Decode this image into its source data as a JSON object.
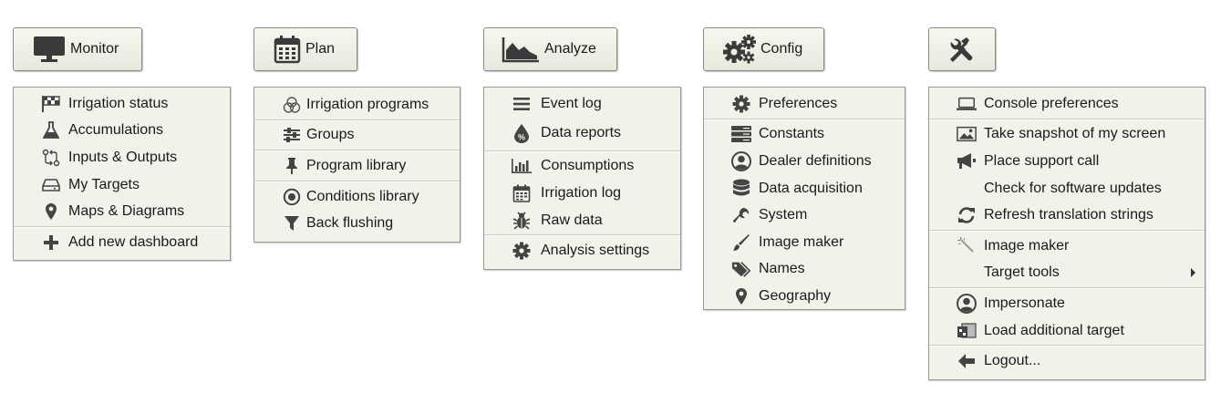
{
  "buttons": {
    "monitor": "Monitor",
    "plan": "Plan",
    "analyze": "Analyze",
    "config": "Config"
  },
  "monitor_menu": [
    {
      "label": "Irrigation status",
      "icon": "flag-icon"
    },
    {
      "label": "Accumulations",
      "icon": "flask-icon"
    },
    {
      "label": "Inputs & Outputs",
      "icon": "io-arrows-icon"
    },
    {
      "label": "My Targets",
      "icon": "drive-icon"
    },
    {
      "label": "Maps & Diagrams",
      "icon": "map-pin-icon"
    },
    {
      "label": "Add new dashboard",
      "icon": "plus-icon"
    }
  ],
  "plan_menu": [
    {
      "label": "Irrigation programs",
      "icon": "circles-icon"
    },
    {
      "label": "Groups",
      "icon": "sliders-icon"
    },
    {
      "label": "Program library",
      "icon": "pushpin-icon"
    },
    {
      "label": "Conditions library",
      "icon": "target-icon"
    },
    {
      "label": "Back flushing",
      "icon": "filter-icon"
    }
  ],
  "analyze_menu": [
    {
      "label": "Event log",
      "icon": "list-icon"
    },
    {
      "label": "Data reports",
      "icon": "percent-drop-icon"
    },
    {
      "label": "Consumptions",
      "icon": "bar-chart-icon"
    },
    {
      "label": "Irrigation log",
      "icon": "calendar-icon"
    },
    {
      "label": "Raw data",
      "icon": "bug-icon"
    },
    {
      "label": "Analysis settings",
      "icon": "gear-icon"
    }
  ],
  "config_menu": [
    {
      "label": "Preferences",
      "icon": "gear-icon"
    },
    {
      "label": "Constants",
      "icon": "server-icon"
    },
    {
      "label": "Dealer definitions",
      "icon": "user-circle-icon"
    },
    {
      "label": "Data acquisition",
      "icon": "database-icon"
    },
    {
      "label": "System",
      "icon": "wrench-icon"
    },
    {
      "label": "Image maker",
      "icon": "brush-icon"
    },
    {
      "label": "Names",
      "icon": "tags-icon"
    },
    {
      "label": "Geography",
      "icon": "map-pin-icon"
    }
  ],
  "tools_menu": [
    {
      "label": "Console preferences",
      "icon": "laptop-icon"
    },
    {
      "label": "Take snapshot of my screen",
      "icon": "picture-icon"
    },
    {
      "label": "Place support call",
      "icon": "megaphone-icon"
    },
    {
      "label": "Check for software updates",
      "icon": ""
    },
    {
      "label": "Refresh translation strings",
      "icon": "refresh-icon"
    },
    {
      "label": "Image maker",
      "icon": "magic-wand-icon"
    },
    {
      "label": "Target tools",
      "icon": ""
    },
    {
      "label": "Impersonate",
      "icon": "user-circle-icon"
    },
    {
      "label": "Load additional target",
      "icon": "target-file-icon"
    },
    {
      "label": "Logout...",
      "icon": "arrow-left-icon"
    }
  ]
}
